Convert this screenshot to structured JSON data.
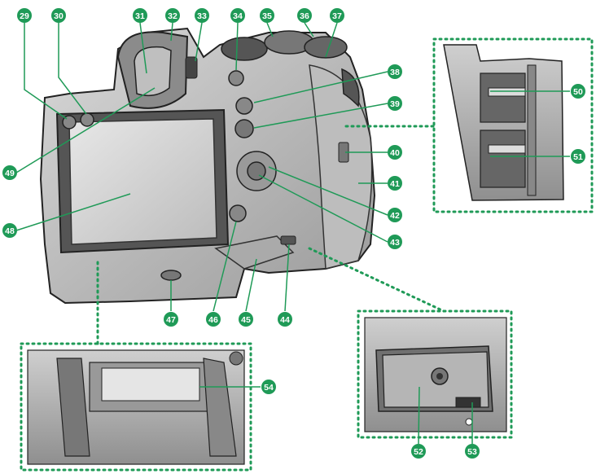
{
  "accent_color": "#1f9a57",
  "callouts": [
    {
      "id": "c29",
      "label": "29"
    },
    {
      "id": "c30",
      "label": "30"
    },
    {
      "id": "c31",
      "label": "31"
    },
    {
      "id": "c32",
      "label": "32"
    },
    {
      "id": "c33",
      "label": "33"
    },
    {
      "id": "c34",
      "label": "34"
    },
    {
      "id": "c35",
      "label": "35"
    },
    {
      "id": "c36",
      "label": "36"
    },
    {
      "id": "c37",
      "label": "37"
    },
    {
      "id": "c38",
      "label": "38"
    },
    {
      "id": "c39",
      "label": "39"
    },
    {
      "id": "c40",
      "label": "40"
    },
    {
      "id": "c41",
      "label": "41"
    },
    {
      "id": "c42",
      "label": "42"
    },
    {
      "id": "c43",
      "label": "43"
    },
    {
      "id": "c44",
      "label": "44"
    },
    {
      "id": "c45",
      "label": "45"
    },
    {
      "id": "c46",
      "label": "46"
    },
    {
      "id": "c47",
      "label": "47"
    },
    {
      "id": "c48",
      "label": "48"
    },
    {
      "id": "c49",
      "label": "49"
    },
    {
      "id": "c50",
      "label": "50"
    },
    {
      "id": "c51",
      "label": "51"
    },
    {
      "id": "c52",
      "label": "52"
    },
    {
      "id": "c53",
      "label": "53"
    },
    {
      "id": "c54",
      "label": "54"
    }
  ]
}
